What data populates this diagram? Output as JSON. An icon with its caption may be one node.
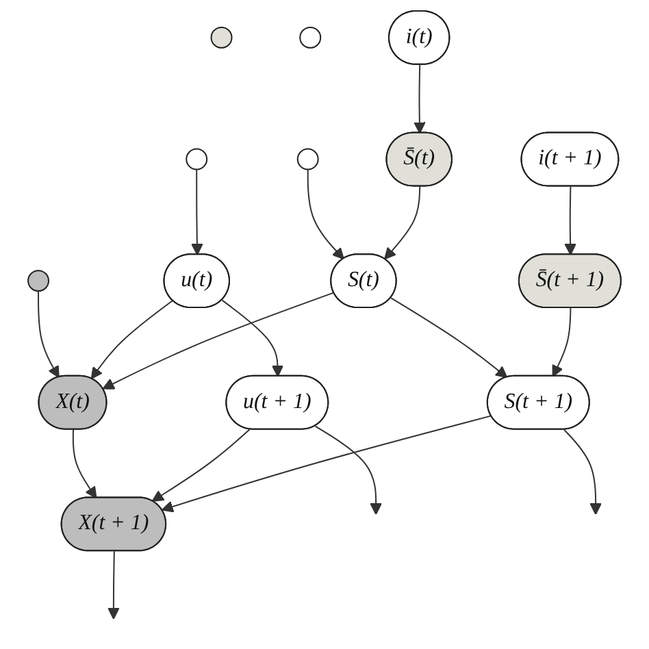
{
  "diagram": {
    "nodes": [
      {
        "text": [],
        "shape": "ellipse"
      },
      {
        "text": [
          "u(t)"
        ]
      },
      {
        "text": [
          "u(t + 1)"
        ]
      },
      {
        "text": [],
        "shape": "ellipse"
      },
      {
        "text": [
          "X(t)"
        ]
      },
      {
        "text": [
          "X(t + 1)"
        ]
      },
      {
        "text": [],
        "shape": "ellipse"
      },
      {
        "text": [
          "S(t)"
        ]
      },
      {
        "text": [
          "S(t + 1)"
        ]
      },
      {
        "text": [],
        "shape": "ellipse"
      },
      {
        "text": [
          "S̄(t)"
        ]
      },
      {
        "text": [
          "S̄(t + 1)"
        ]
      },
      {
        "text": [],
        "shape": "ellipse"
      },
      {
        "text": [
          "i(t)"
        ]
      },
      {
        "text": [
          "i(t + 1)"
        ]
      }
    ],
    "edges": [
      {
        "from": 0,
        "to": 1,
        "arrow": "to"
      },
      {
        "from": 1,
        "to": 2,
        "arrow": "to"
      },
      {
        "from": 2,
        "to": null,
        "arrow": "to"
      },
      {
        "from": 3,
        "to": 4,
        "arrow": "to"
      },
      {
        "from": 4,
        "to": 5,
        "arrow": "to"
      },
      {
        "from": 5,
        "to": null,
        "arrow": "to"
      },
      {
        "from": 6,
        "to": 7,
        "arrow": "to"
      },
      {
        "from": 7,
        "to": 8,
        "arrow": "to"
      },
      {
        "from": 8,
        "to": null,
        "arrow": "to"
      },
      {
        "from": 1,
        "to": 4,
        "arrow": "to"
      },
      {
        "from": 2,
        "to": 5,
        "arrow": "to"
      },
      {
        "from": 7,
        "to": 4,
        "arrow": "to"
      },
      {
        "from": 8,
        "to": 5,
        "arrow": "to"
      },
      {
        "from": 10,
        "to": 7,
        "arrow": "to"
      },
      {
        "from": 11,
        "to": 8,
        "arrow": "to"
      },
      {
        "from": 13,
        "to": 10,
        "arrow": "to"
      },
      {
        "from": 14,
        "to": 11,
        "arrow": "to"
      }
    ]
  }
}
